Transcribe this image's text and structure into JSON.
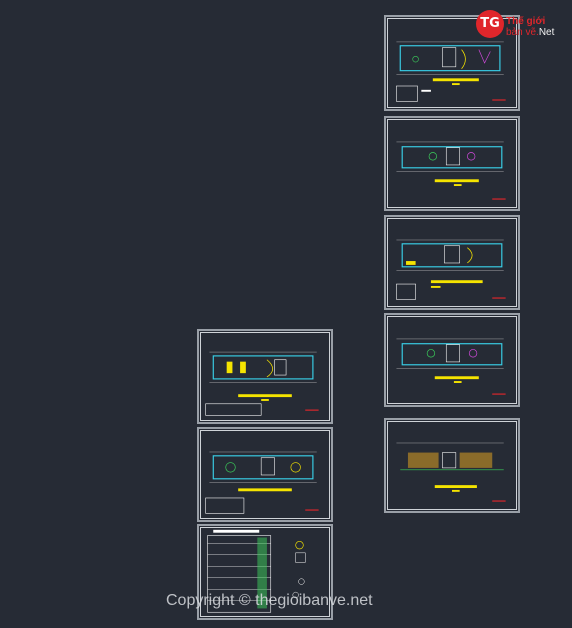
{
  "logo": {
    "mark": "TG",
    "line1": "Thế giới",
    "line2": "bản vẽ.",
    "line2_suffix": "Net"
  },
  "watermark": "Copyright © thegioibanve.net",
  "colors": {
    "background": "#262b35",
    "sheet_border": "#cfd3d8",
    "wall": "#39d0e8",
    "title_bar": "#f5e400",
    "accent_red": "#e0262b",
    "dim_line": "#c8c8c8",
    "green": "#3bd15b",
    "magenta": "#d44adf",
    "brown": "#8a6b2a"
  }
}
